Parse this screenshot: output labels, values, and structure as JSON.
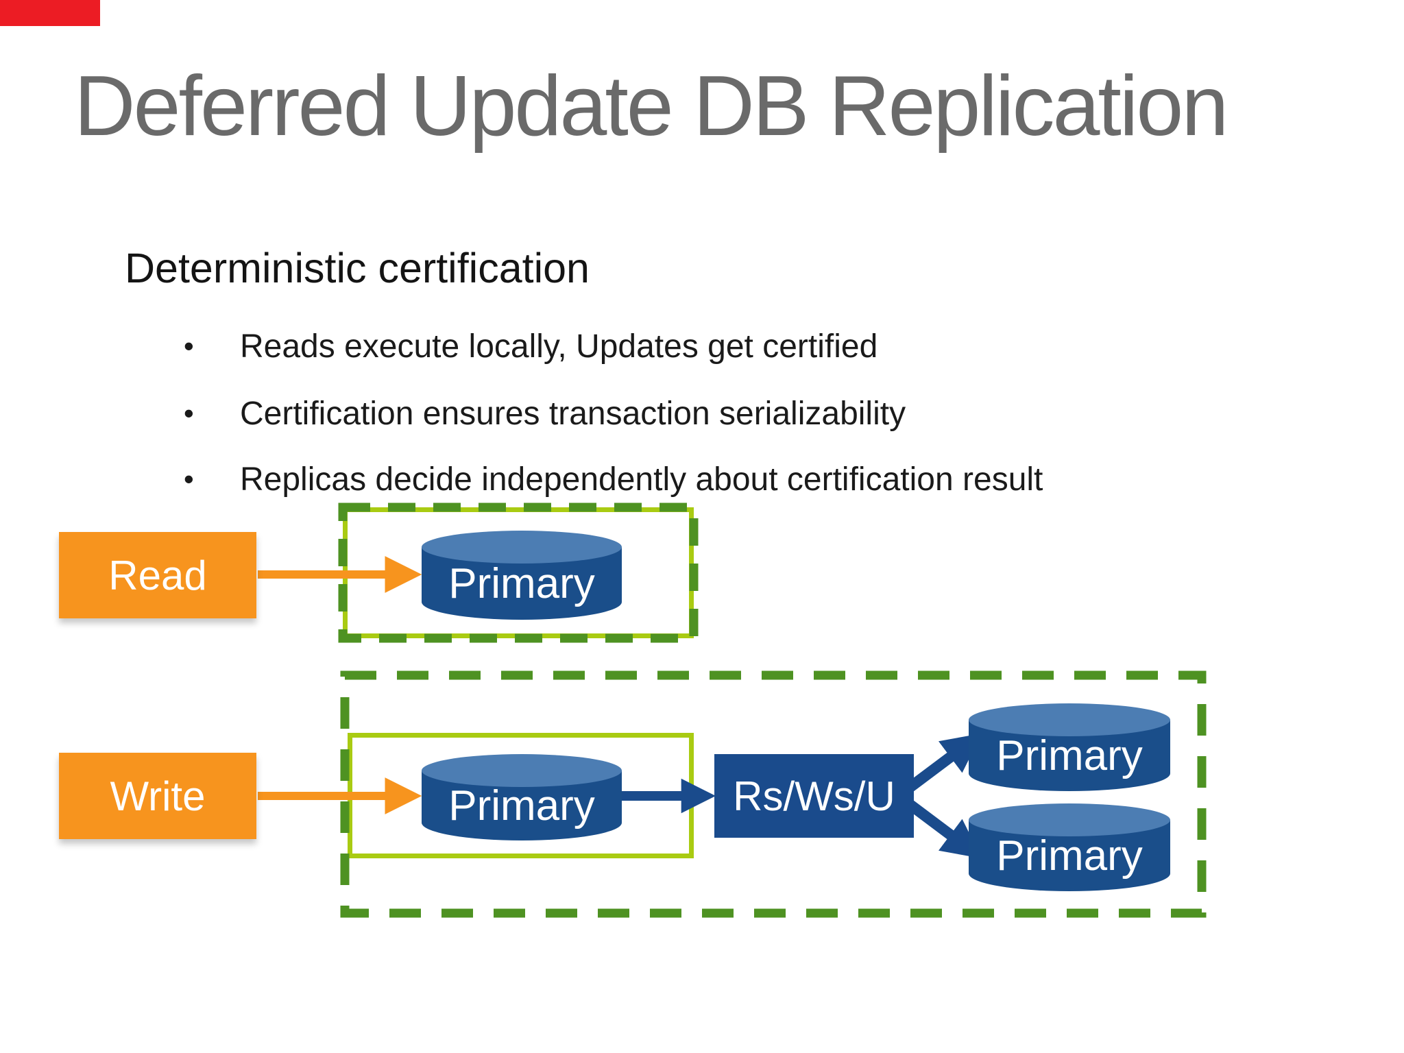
{
  "slide": {
    "title": "Deferred Update DB Replication",
    "heading": "Deterministic certification",
    "bullet_glyph": "•",
    "bullets": [
      "Reads execute locally, Updates get certified",
      "Certification ensures transaction serializability",
      "Replicas decide independently about certification result"
    ]
  },
  "diagram": {
    "read": {
      "label": "Read",
      "db_label": "Primary"
    },
    "write": {
      "label": "Write",
      "primary_label": "Primary",
      "certifier_label": "Rs/Ws/U",
      "replica1_label": "Primary",
      "replica2_label": "Primary"
    }
  },
  "colors": {
    "accent_red": "#EC1C24",
    "title_gray": "#6A6A6A",
    "body_text": "#1A1A1A",
    "orange": "#F7941E",
    "chartreuse_border": "#A9CB12",
    "dark_green_dash": "#4E9222",
    "cylinder_body_blue": "#1A4E8A",
    "cylinder_top_blue": "#4C7DB3",
    "certifier_box_blue": "#1A4B8C",
    "label_white": "#FFFFFF"
  }
}
